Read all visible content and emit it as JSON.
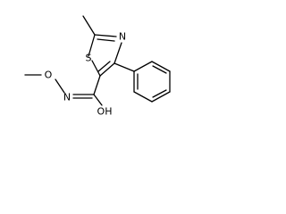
{
  "molecule": {
    "atom_labels": {
      "sulfur": "S",
      "ring_nitrogen": "N",
      "amide_nitrogen": "N",
      "methoxy_oxygen": "O",
      "hydroxyl_oxygen": "OH"
    }
  }
}
